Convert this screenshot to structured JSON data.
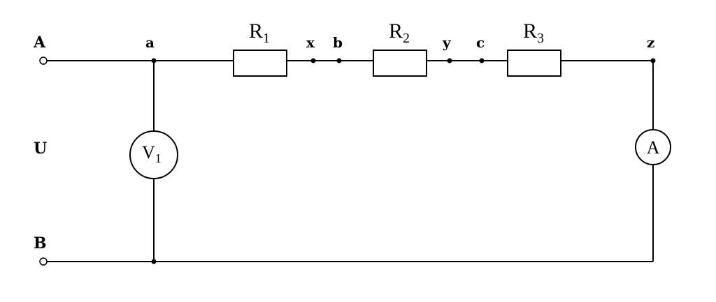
{
  "terminals": {
    "top": "A",
    "bottom": "B",
    "voltage": "U"
  },
  "nodes": {
    "a": "a",
    "x": "x",
    "b": "b",
    "y": "y",
    "c": "c",
    "z": "z"
  },
  "resistors": [
    {
      "letter": "R",
      "index": "1"
    },
    {
      "letter": "R",
      "index": "2"
    },
    {
      "letter": "R",
      "index": "3"
    }
  ],
  "voltmeter": {
    "letter": "V",
    "index": "1"
  },
  "ammeter": {
    "letter": "A"
  }
}
